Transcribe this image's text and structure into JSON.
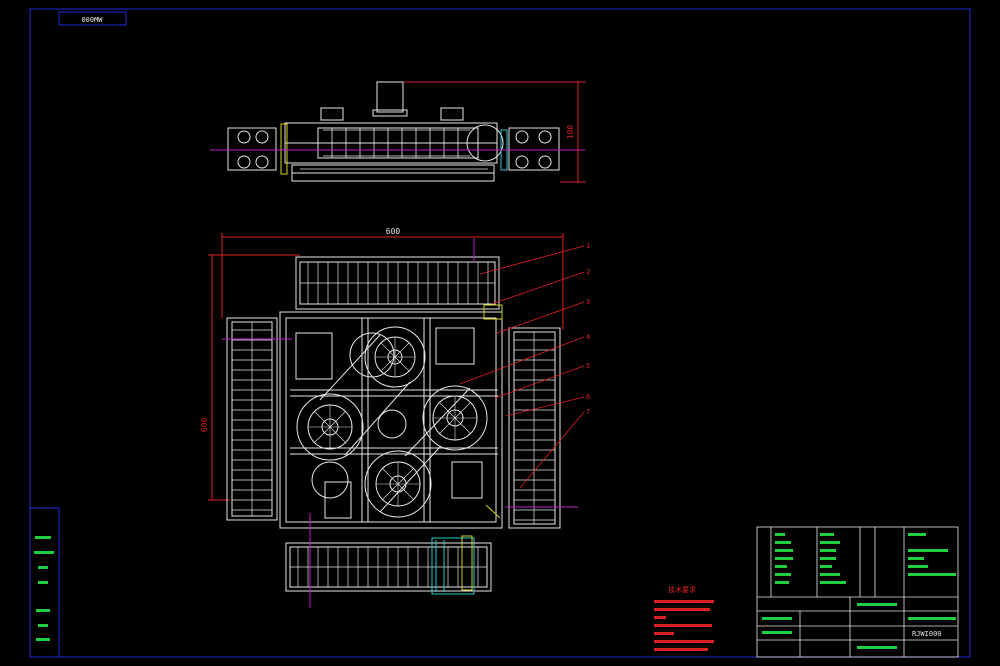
{
  "drawing": {
    "corner_code": "000MW",
    "drawing_number": "RJWI000",
    "balloons": [
      "1",
      "2",
      "3",
      "4",
      "5",
      "6",
      "7"
    ],
    "dimensions": {
      "side_view_height": "180",
      "plan_width": "600",
      "plan_height": "600"
    },
    "notes_title": "技术要求"
  },
  "colors": {
    "background": "#000000",
    "frame": "#1e2bd6",
    "geometry": "#e6e6e6",
    "dimension": "#e02020",
    "centerline": "#c020c0",
    "accent": "#d8d020",
    "cyan": "#30c8c8",
    "titletext": "#20d040"
  }
}
